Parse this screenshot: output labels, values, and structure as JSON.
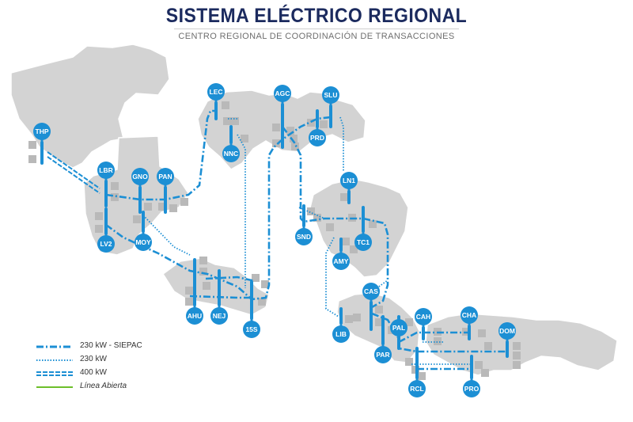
{
  "header": {
    "title": "SISTEMA ELÉCTRICO REGIONAL",
    "subtitle": "CENTRO REGIONAL DE COORDINACIÓN DE TRANSACCIONES"
  },
  "colors": {
    "line_blue": "#1c8fd4",
    "node_blue": "#1c8fd4",
    "land_gray": "#d3d3d3",
    "substation_gray": "#b9b9b9",
    "title_navy": "#1b2a5e",
    "open_line_green": "#6cbf2a"
  },
  "legend": [
    {
      "id": "siepac",
      "label": "230 kW - SIEPAC",
      "style": "dash-dot"
    },
    {
      "id": "l230",
      "label": "230 kW",
      "style": "dotted"
    },
    {
      "id": "l400",
      "label": "400 kW",
      "style": "double-dashed"
    },
    {
      "id": "open",
      "label": "Línea Abierta",
      "style": "solid-green"
    }
  ],
  "nodes": [
    {
      "id": "THP",
      "label": "THP"
    },
    {
      "id": "LBR",
      "label": "LBR"
    },
    {
      "id": "LV2",
      "label": "LV2"
    },
    {
      "id": "GNO",
      "label": "GNO"
    },
    {
      "id": "PAN",
      "label": "PAN"
    },
    {
      "id": "MOY",
      "label": "MOY"
    },
    {
      "id": "LEC",
      "label": "LEC"
    },
    {
      "id": "NNC",
      "label": "NNC"
    },
    {
      "id": "AGC",
      "label": "AGC"
    },
    {
      "id": "SLU",
      "label": "SLU"
    },
    {
      "id": "PRD",
      "label": "PRD"
    },
    {
      "id": "LN1",
      "label": "LN1"
    },
    {
      "id": "SND",
      "label": "SND"
    },
    {
      "id": "TC1",
      "label": "TC1"
    },
    {
      "id": "AMY",
      "label": "AMY"
    },
    {
      "id": "AHU",
      "label": "AHU"
    },
    {
      "id": "NEJ",
      "label": "NEJ"
    },
    {
      "id": "15S",
      "label": "15S"
    },
    {
      "id": "CAS",
      "label": "CAS"
    },
    {
      "id": "LIB",
      "label": "LIB"
    },
    {
      "id": "PAL",
      "label": "PAL"
    },
    {
      "id": "PAR",
      "label": "PAR"
    },
    {
      "id": "CAH",
      "label": "CAH"
    },
    {
      "id": "CHA",
      "label": "CHA"
    },
    {
      "id": "DOM",
      "label": "DOM"
    },
    {
      "id": "RCL",
      "label": "RCL"
    },
    {
      "id": "PRO",
      "label": "PRO"
    }
  ]
}
